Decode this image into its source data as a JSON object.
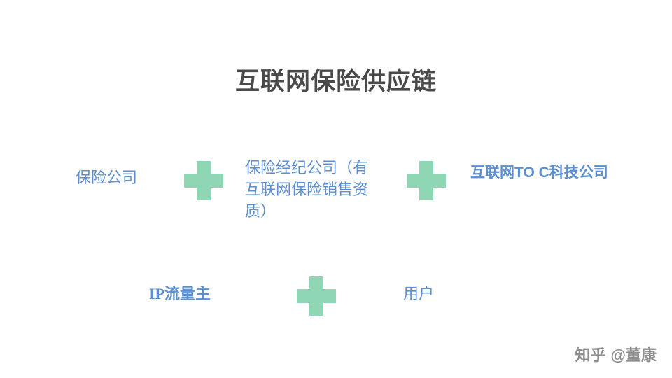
{
  "slide": {
    "title": "互联网保险供应链",
    "nodes": {
      "insurer": "保险公司",
      "broker": "保险经纪公司（有互联网保险销售资质）",
      "tech": "互联网TO C科技公司",
      "ip": "IP流量主",
      "user": "用户"
    },
    "operators": {
      "plus1": "+",
      "plus2": "+",
      "plus3": "+"
    },
    "colors": {
      "node_text": "#5b8fd1",
      "plus": "#8fd6b4",
      "title": "#4a4a4a",
      "watermark": "#8d8d8d"
    }
  },
  "watermark": {
    "site": "知乎",
    "author": "@董康"
  }
}
